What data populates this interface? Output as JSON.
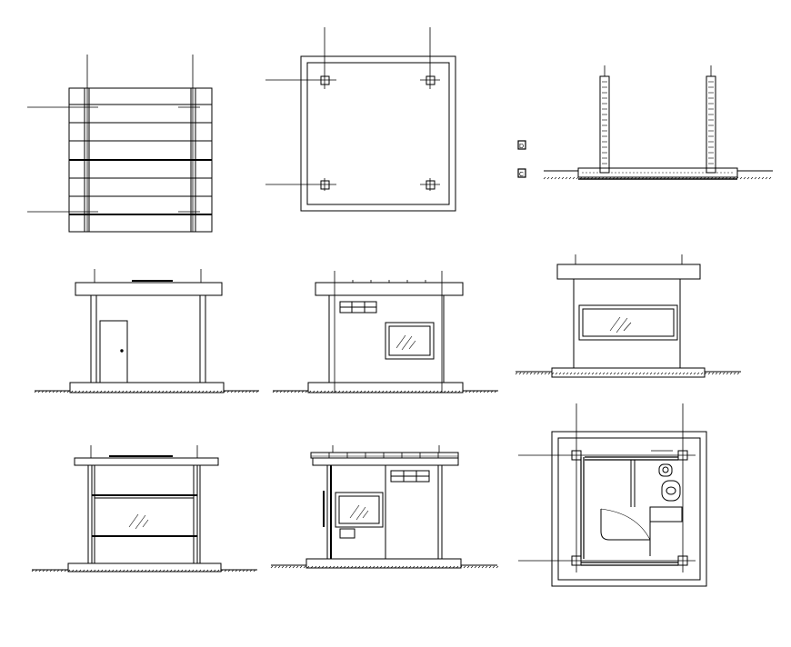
{
  "drawing": {
    "background": "#ffffff",
    "ink": "#000000",
    "labels": {
      "marker_upper": "D",
      "marker_lower": "C"
    },
    "views": [
      "roof-plan-view",
      "column-plan-view",
      "footing-section-view",
      "front-elevation-view",
      "side-elevation-view",
      "rear-elevation-view",
      "section-a-view",
      "section-b-view",
      "floor-plan-view"
    ]
  }
}
